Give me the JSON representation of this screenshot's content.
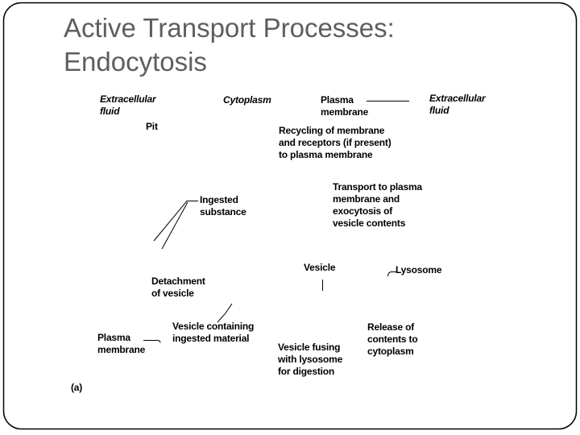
{
  "slide": {
    "title": {
      "line1": "Active Transport Processes:",
      "line2": "Endocytosis",
      "color": "#5e5e5e"
    },
    "panel_letter": "(a)",
    "border_color": "#000000"
  },
  "diagram": {
    "line_color": "#000000",
    "labels": {
      "extracellular_fluid_left": "Extracellular\nfluid",
      "cytoplasm": "Cytoplasm",
      "plasma_membrane_top": "Plasma\nmembrane",
      "extracellular_fluid_right": "Extracellular\nfluid",
      "pit": "Pit",
      "recycling": "Recycling of membrane\nand receptors (if present)\nto plasma membrane",
      "ingested_substance": "Ingested\nsubstance",
      "transport_exocytosis": "Transport to plasma\nmembrane and\nexocytosis of\nvesicle contents",
      "vesicle": "Vesicle",
      "lysosome": "Lysosome",
      "detachment": "Detachment\nof vesicle",
      "plasma_membrane_bottom": "Plasma\nmembrane",
      "vesicle_containing": "Vesicle containing\ningested material",
      "vesicle_fusing": "Vesicle fusing\nwith lysosome\nfor digestion",
      "release_contents": "Release of\ncontents to\ncytoplasm"
    }
  }
}
